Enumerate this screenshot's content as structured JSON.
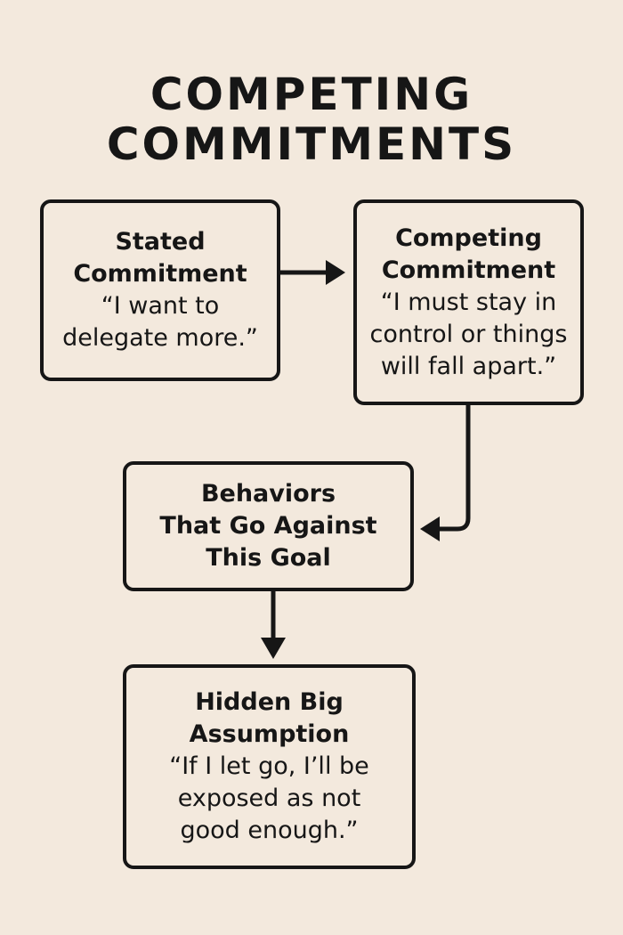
{
  "title": [
    "COMPETING",
    "COMMITMENTS"
  ],
  "boxes": {
    "stated": {
      "heading": [
        "Stated",
        "Commitment"
      ],
      "quote": [
        "“I want to",
        "delegate more.”"
      ]
    },
    "competing": {
      "heading": [
        "Competing",
        "Commitment"
      ],
      "quote": [
        "“I must stay in",
        "control or things",
        "will fall apart.”"
      ]
    },
    "behaviors": {
      "heading": [
        "Behaviors",
        "That Go Against",
        "This Goal"
      ]
    },
    "assumption": {
      "heading": [
        "Hidden Big",
        "Assumption"
      ],
      "quote": [
        "“If I let go, I’ll be",
        "exposed as not",
        "good enough.”"
      ]
    }
  }
}
